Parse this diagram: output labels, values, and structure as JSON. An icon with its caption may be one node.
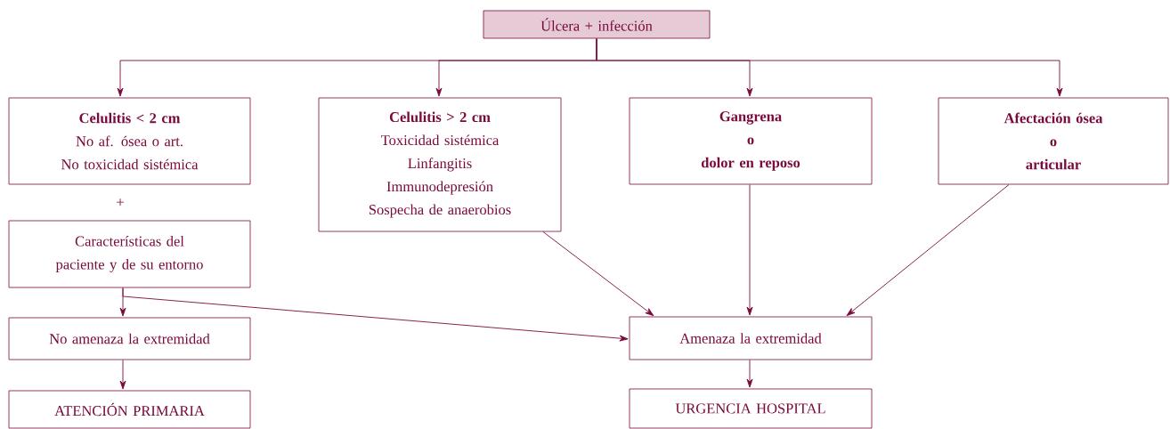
{
  "diagram": {
    "nodes": [
      {
        "text": [
          "Úlcera + infección"
        ]
      },
      {
        "text": [
          "Celulitis < 2 cm",
          "No af. ósea o art.",
          "No toxicidad sistémica"
        ]
      },
      {
        "text": [
          "Celulitis > 2 cm",
          "Toxicidad sistémica",
          "Linfangitis",
          "Immunodepresión",
          "Sospecha de anaerobios"
        ]
      },
      {
        "text": [
          "Gangrena",
          "o",
          "dolor en reposo"
        ]
      },
      {
        "text": [
          "Afectación ósea",
          "o",
          "articular"
        ]
      },
      {
        "text": [
          "Características del paciente y de su entorno"
        ]
      },
      {
        "text": [
          "No amenaza la extremidad"
        ]
      },
      {
        "text": [
          "Amenaza la extremidad"
        ]
      },
      {
        "text": [
          "ATENCIÓN PRIMARIA"
        ]
      },
      {
        "text": [
          "URGENCIA HOSPITAL"
        ]
      }
    ],
    "edges": [
      {
        "from": 0,
        "to": 1,
        "arrow": "to"
      },
      {
        "from": 0,
        "to": 2,
        "arrow": "to"
      },
      {
        "from": 0,
        "to": 3,
        "arrow": "to"
      },
      {
        "from": 0,
        "to": 4,
        "arrow": "to"
      },
      {
        "from": 2,
        "to": 7,
        "arrow": "to"
      },
      {
        "from": 3,
        "to": 7,
        "arrow": "to"
      },
      {
        "from": 4,
        "to": 7,
        "arrow": "to"
      },
      {
        "from": 5,
        "to": 6,
        "arrow": "to"
      },
      {
        "from": 5,
        "to": 7,
        "arrow": "to"
      },
      {
        "from": 6,
        "to": 8,
        "arrow": "to"
      },
      {
        "from": 7,
        "to": 9,
        "arrow": "to"
      }
    ],
    "labels": [
      "+"
    ]
  }
}
